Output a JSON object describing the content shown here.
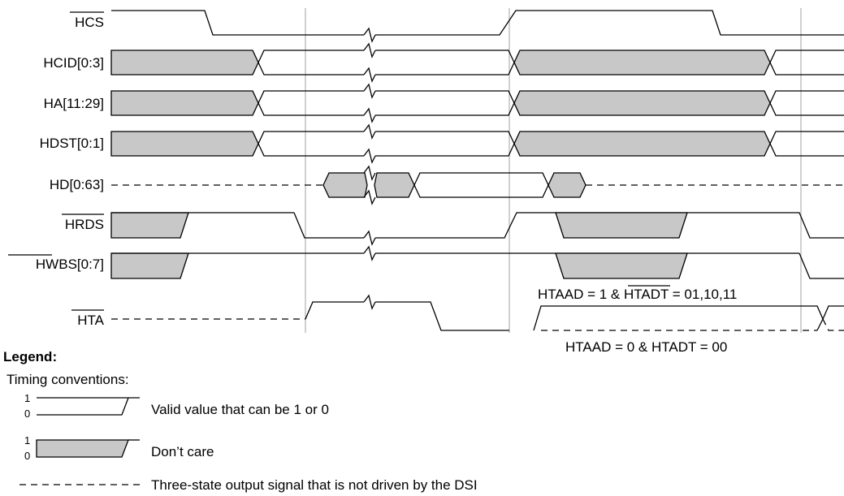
{
  "signals": {
    "hcs": "HCS",
    "hcid": "HCID[0:3]",
    "ha": "HA[11:29]",
    "hdst": "HDST[0:1]",
    "hd": "HD[0:63]",
    "hrds": "HRDS",
    "hwbs_prefix": "HWBS",
    "hwbs_suffix": "[0:7]",
    "hta": "HTA"
  },
  "annotations": {
    "hta_upper_prefix": "HTAAD = 1 & ",
    "hta_upper_overlined": "HTADT",
    "hta_upper_suffix": " = 01,10,11",
    "hta_lower": "HTAAD = 0 & HTADT = 00"
  },
  "legend": {
    "title": "Legend:",
    "subtitle": "Timing conventions:",
    "one": "1",
    "zero": "0",
    "valid": "Valid value that can be 1 or 0",
    "dont_care": "Don’t care",
    "three_state": "Three-state output signal that is not driven by the DSI"
  }
}
